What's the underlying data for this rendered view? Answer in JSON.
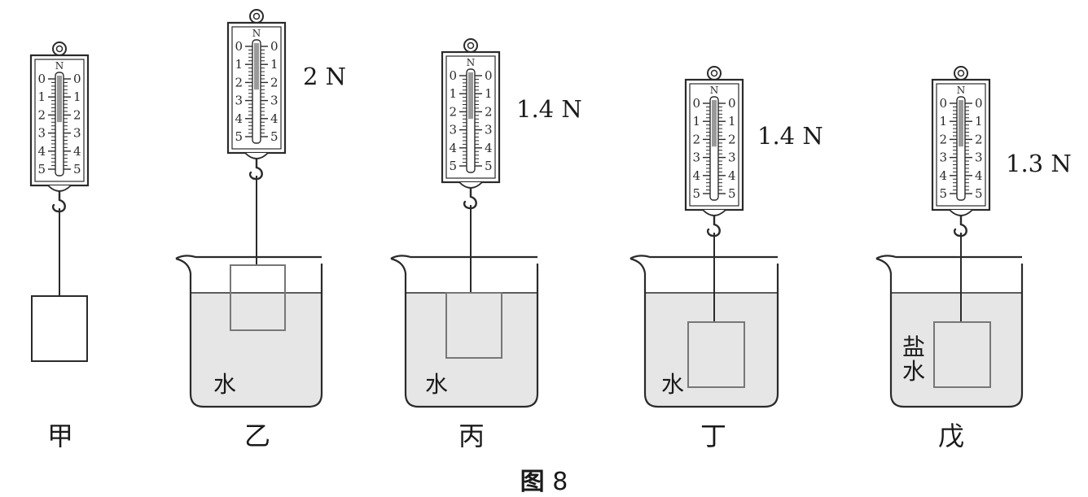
{
  "unit": "N",
  "caption": {
    "prefix": "图",
    "number": "8"
  },
  "panels": [
    {
      "label": "甲",
      "reading": "",
      "liquid": ""
    },
    {
      "label": "乙",
      "reading": "2 N",
      "liquid": "水"
    },
    {
      "label": "丙",
      "reading": "1.4 N",
      "liquid": "水"
    },
    {
      "label": "丁",
      "reading": "1.4 N",
      "liquid": "水"
    },
    {
      "label": "戊",
      "reading": "1.3 N",
      "liquid": "盐水"
    }
  ],
  "scale_ticks": [
    "0",
    "1",
    "2",
    "3",
    "4",
    "5"
  ],
  "colors": {
    "line": "#2a2a2a",
    "liquid": "#e6e6e6",
    "column": "#9a9a9a"
  }
}
